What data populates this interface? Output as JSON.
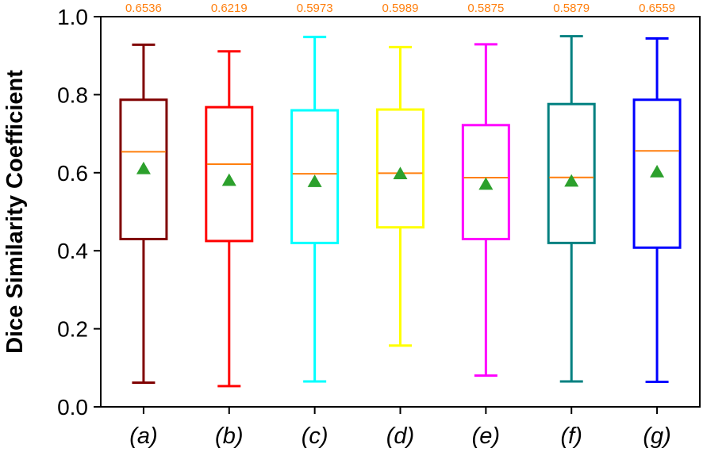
{
  "chart_data": {
    "type": "box",
    "ylabel": "Dice Similarity Coefficient",
    "xlabel": "",
    "ylim": [
      0.0,
      1.0
    ],
    "yticks": [
      "0.0",
      "0.2",
      "0.4",
      "0.6",
      "0.8",
      "1.0"
    ],
    "categories": [
      "(a)",
      "(b)",
      "(c)",
      "(d)",
      "(e)",
      "(f)",
      "(g)"
    ],
    "median_labels": [
      "0.6536",
      "0.6219",
      "0.5973",
      "0.5989",
      "0.5875",
      "0.5879",
      "0.6559"
    ],
    "boxes": [
      {
        "category": "(a)",
        "whisker_low": 0.062,
        "q1": 0.43,
        "median": 0.6536,
        "q3": 0.787,
        "whisker_high": 0.928,
        "mean": 0.61,
        "color": "#800000"
      },
      {
        "category": "(b)",
        "whisker_low": 0.053,
        "q1": 0.425,
        "median": 0.6219,
        "q3": 0.768,
        "whisker_high": 0.911,
        "mean": 0.58,
        "color": "#ff0000"
      },
      {
        "category": "(c)",
        "whisker_low": 0.065,
        "q1": 0.42,
        "median": 0.5973,
        "q3": 0.76,
        "whisker_high": 0.948,
        "mean": 0.577,
        "color": "#00ffff"
      },
      {
        "category": "(d)",
        "whisker_low": 0.157,
        "q1": 0.46,
        "median": 0.5989,
        "q3": 0.762,
        "whisker_high": 0.922,
        "mean": 0.597,
        "color": "#ffff00"
      },
      {
        "category": "(e)",
        "whisker_low": 0.08,
        "q1": 0.43,
        "median": 0.5875,
        "q3": 0.722,
        "whisker_high": 0.929,
        "mean": 0.57,
        "color": "#ff00ff"
      },
      {
        "category": "(f)",
        "whisker_low": 0.065,
        "q1": 0.42,
        "median": 0.5879,
        "q3": 0.776,
        "whisker_high": 0.95,
        "mean": 0.578,
        "color": "#008080"
      },
      {
        "category": "(g)",
        "whisker_low": 0.064,
        "q1": 0.408,
        "median": 0.6559,
        "q3": 0.787,
        "whisker_high": 0.944,
        "mean": 0.602,
        "color": "#0000ff"
      }
    ],
    "median_line_color": "#ff7f0e",
    "mean_marker": "triangle",
    "mean_marker_color": "#2ca02c",
    "median_label_color": "#ff7f0e",
    "grid": false
  }
}
